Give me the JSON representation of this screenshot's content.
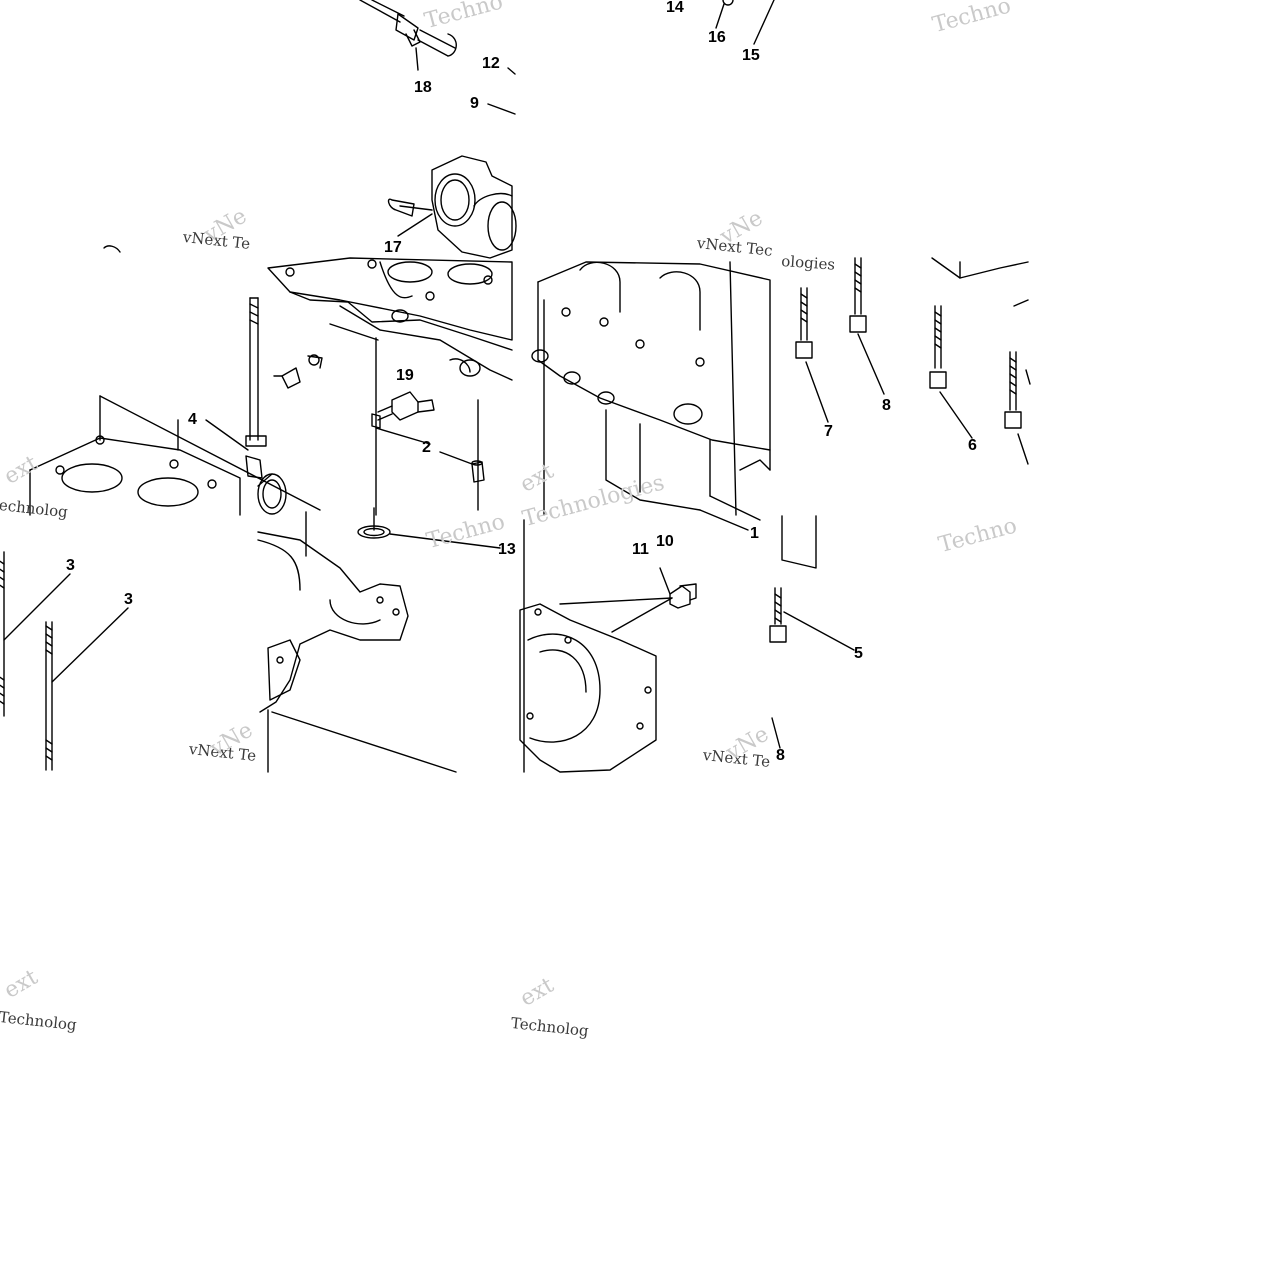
{
  "callouts": {
    "c14": "14",
    "c16": "16",
    "c15": "15",
    "c18": "18",
    "c12": "12",
    "c9": "9",
    "c17": "17",
    "c19": "19",
    "c4": "4",
    "c2": "2",
    "c7": "7",
    "c8a": "8",
    "c6": "6",
    "c1": "1",
    "c13": "13",
    "c11": "11",
    "c10": "10",
    "c3a": "3",
    "c3b": "3",
    "c5": "5",
    "c8b": "8"
  },
  "watermark": {
    "techno": "Techno",
    "technologies": "Technologies",
    "vnext_te": "vNext Te",
    "vnext_tec": "vNext Tec",
    "ologies": "ologies",
    "vne": "vNe",
    "ext": "ext",
    "echnolog": "echnolog",
    "technolog": "Technolog"
  }
}
